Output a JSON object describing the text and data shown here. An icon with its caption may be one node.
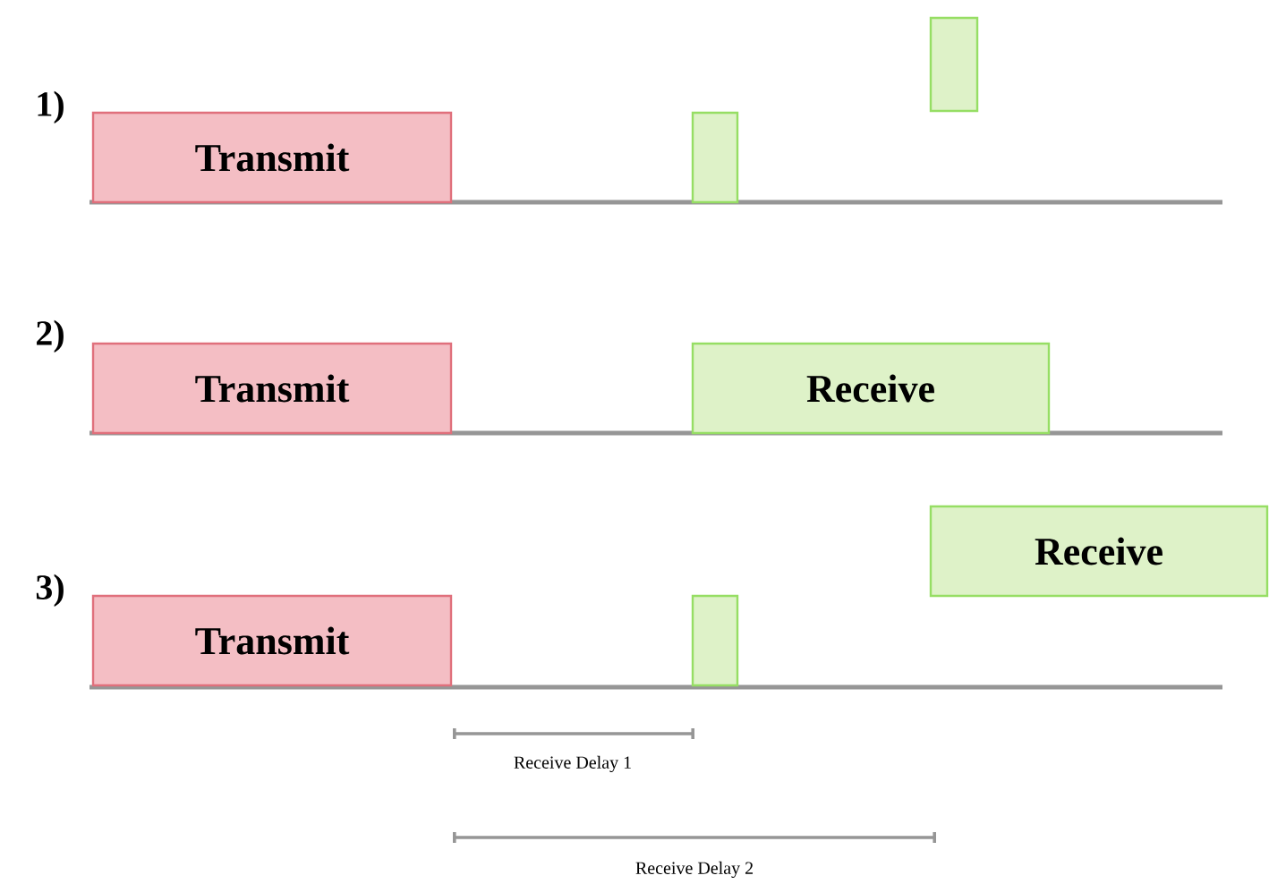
{
  "diagram": {
    "nodes": [
      {
        "text": [
          "Transmit"
        ]
      },
      {
        "text": [],
        "shape": "box"
      },
      {
        "text": [],
        "shape": "box"
      },
      {
        "text": [
          "Transmit"
        ]
      },
      {
        "text": [
          "Receive"
        ]
      },
      {
        "text": [
          "Receive"
        ]
      },
      {
        "text": [
          "Transmit"
        ]
      },
      {
        "text": [],
        "shape": "box"
      }
    ],
    "labels": [
      "1)",
      "2)",
      "3)",
      "Receive Delay 1",
      "Receive Delay 2"
    ]
  }
}
